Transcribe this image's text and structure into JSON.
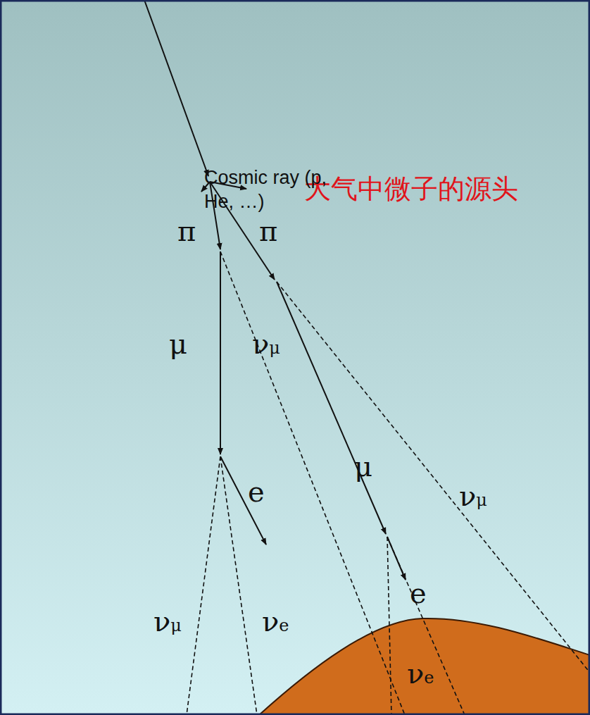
{
  "diagram": {
    "title": "大气中微子的源头",
    "labels": [
      "Cosmic ray (p, He, …)",
      "π",
      "π",
      "μ",
      "νμ",
      "μ",
      "νμ",
      "e",
      "e",
      "νμ",
      "νe",
      "νe"
    ]
  }
}
